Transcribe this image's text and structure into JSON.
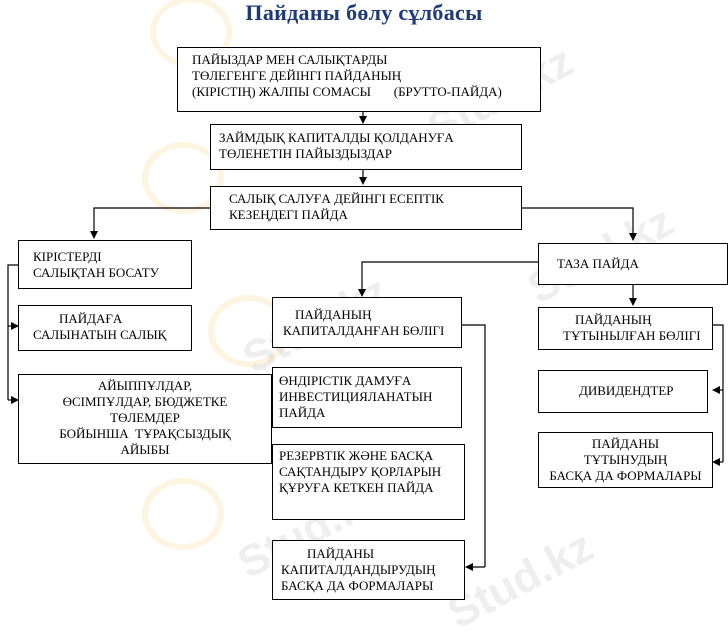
{
  "title": "Пайданы бөлу сұлбасы",
  "watermark": "Stud.kz",
  "boxes": {
    "gross_profit": [
      "ПАЙЫЗДАР МЕН САЛЫҚТАРДЫ",
      "ТӨЛЕГЕНГЕ ДЕЙІНГІ ПАЙДАНЫҢ",
      "(КІРІСТІҢ) ЖАЛПЫ СОМАСЫ       (БРУТТО-ПАЙДА)"
    ],
    "loan_interest": [
      "ЗАЙМДЫҚ КАПИТАЛДЫ ҚОЛДАНУҒА",
      "ТӨЛЕНЕТІН ПАЙЫЗДЫЗДАР"
    ],
    "pretax_profit": [
      "САЛЫҚ САЛУҒА ДЕЙІНГІ ЕСЕПТІК",
      "КЕЗЕҢДЕГІ ПАЙДА"
    ],
    "tax_exempt": [
      "КІРІСТЕРДІ",
      "САЛЫҚТАН БОСАТУ"
    ],
    "net_profit": [
      "ТАЗА ПАЙДА"
    ],
    "profit_tax": [
      "ПАЙДАҒА",
      "САЛЫНАТЫН САЛЫҚ"
    ],
    "fines": [
      "АЙЫППҰЛДАР,",
      "ӨСІМПҰЛДАР, БЮДЖЕТКЕ",
      "ТӨЛЕМДЕР",
      "БОЙЫНША  ТҰРАҚСЫЗДЫҚ",
      "АЙЫБЫ"
    ],
    "capitalized_part": [
      "ПАЙДАНЫҢ",
      "КАПИТАЛДАНҒАН БӨЛІГІ"
    ],
    "consumed_part": [
      "ПАЙДАНЫҢ",
      "ТҰТЫНЫЛҒАН БӨЛІГІ"
    ],
    "production_invest": [
      "ӨНДІРІСТІК ДАМУҒА",
      "ИНВЕСТИЦИЯЛАНАТЫН",
      "ПАЙДА"
    ],
    "dividends": [
      "ДИВИДЕНДТЕР"
    ],
    "reserve_funds": [
      "РЕЗЕРВТІК ЖӘНЕ БАСҚА",
      "САҚТАНДЫРУ ҚОРЛАРЫН",
      "ҚҰРУҒА КЕТКЕН ПАЙДА"
    ],
    "other_consumption": [
      "ПАЙДАНЫ",
      "ТҰТЫНУДЫҢ",
      "БАСҚА ДА ФОРМАЛАРЫ"
    ],
    "other_capitalization": [
      "ПАЙДАНЫ",
      "КАПИТАЛДАНДЫРУДЫҢ",
      "БАСҚА ДА ФОРМАЛАРЫ"
    ]
  }
}
